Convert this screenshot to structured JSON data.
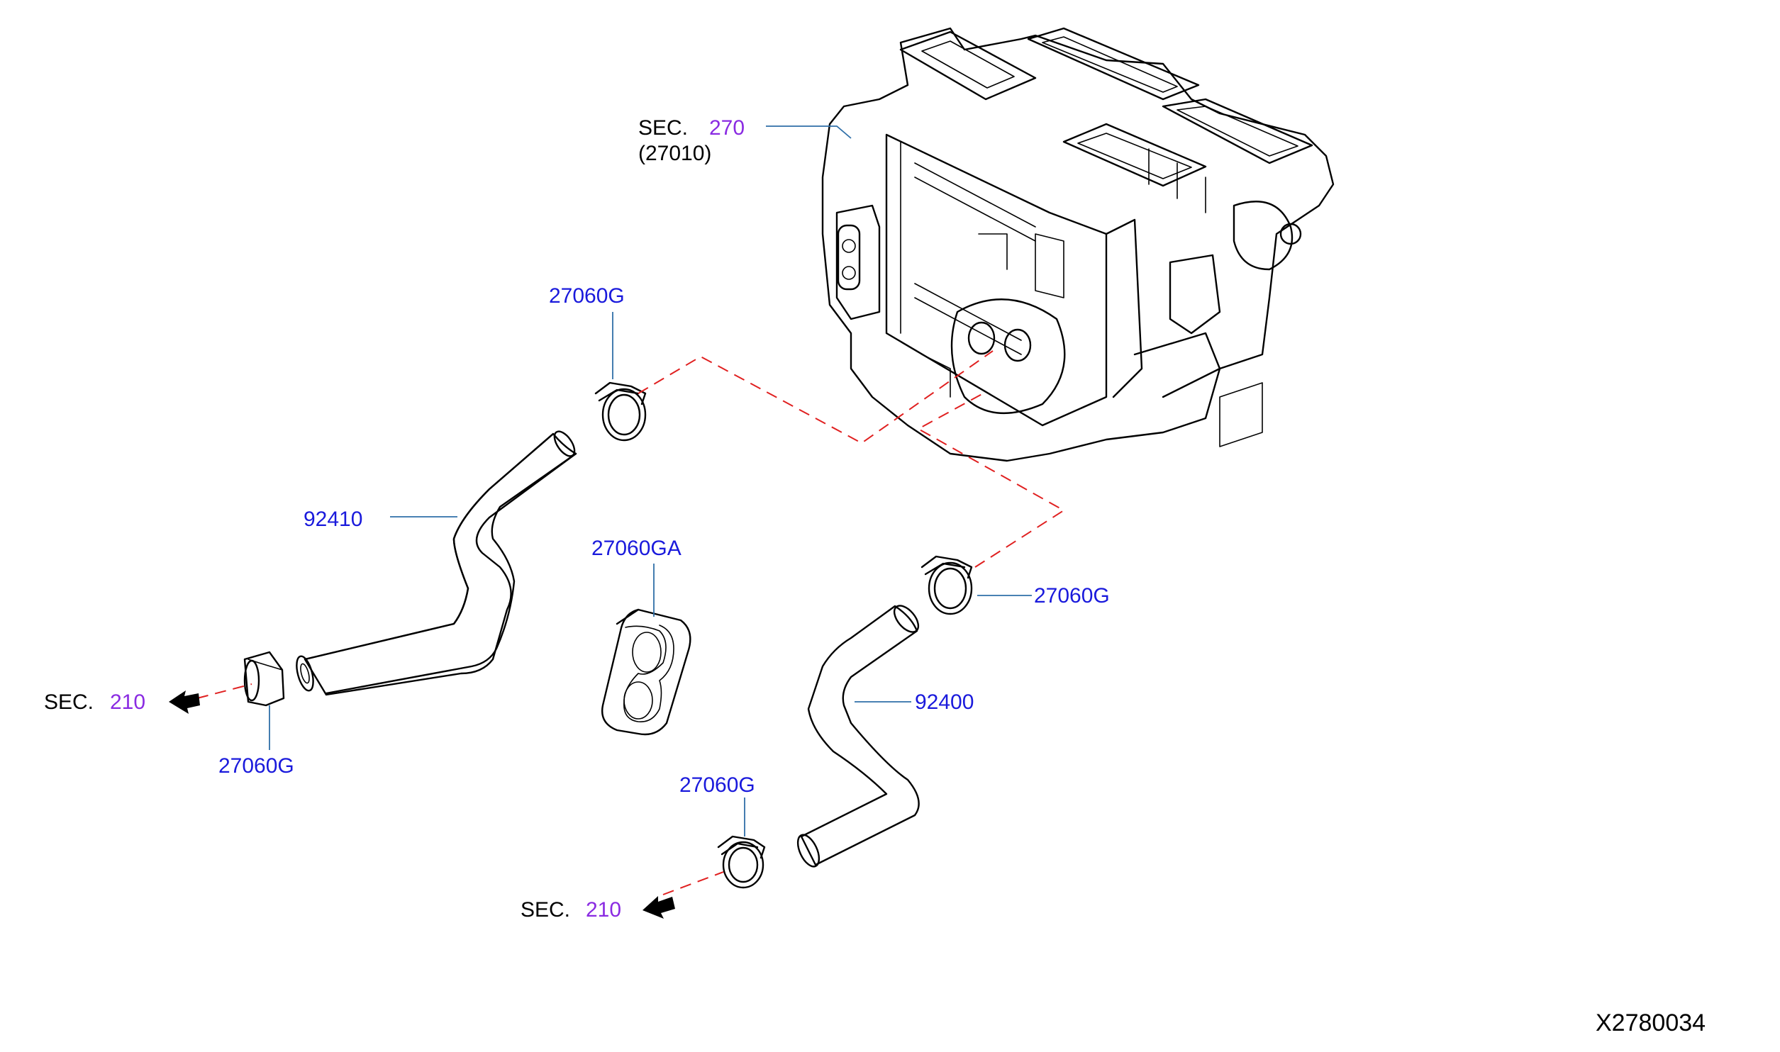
{
  "diagram_code": "X2780034",
  "callouts": {
    "heater_unit": {
      "sec": "SEC.",
      "num": "270",
      "sub": "(27010)"
    },
    "sec_210_left": {
      "sec": "SEC.",
      "num": "210"
    },
    "sec_210_bottom": {
      "sec": "SEC.",
      "num": "210"
    }
  },
  "parts": {
    "clamp_upper": "27060G",
    "clamp_right": "27060G",
    "clamp_left_lower": "27060G",
    "clamp_bottom": "27060G",
    "grommet": "27060GA",
    "hose_inlet": "92410",
    "hose_outlet": "92400"
  },
  "colors": {
    "part_number": "#1a1adc",
    "section_number": "#8a2be2",
    "leader_line": "#2f6fa8",
    "connection_dash": "#e02020"
  }
}
